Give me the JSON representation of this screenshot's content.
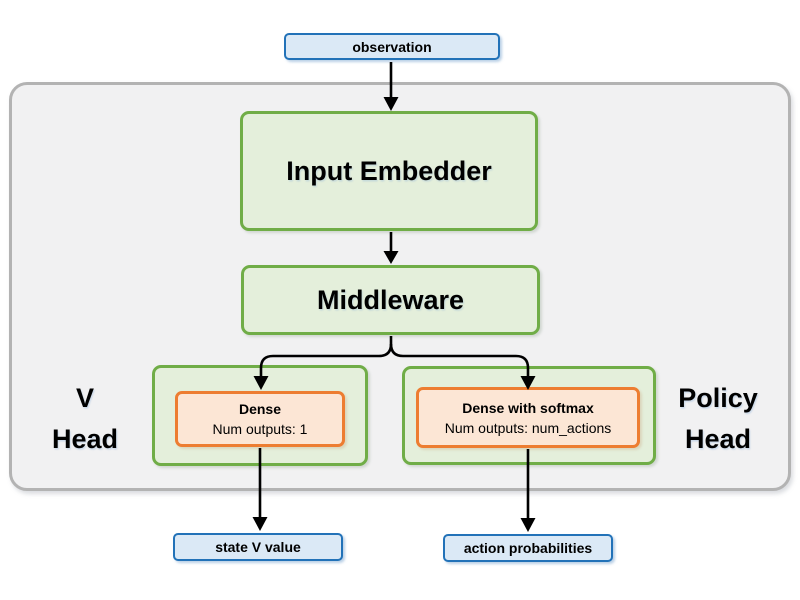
{
  "colors": {
    "blue_fill": "#dbe9f6",
    "blue_border": "#2272b8",
    "green_fill": "#e4efdb",
    "green_border": "#70ad47",
    "orange_fill": "#fce6d5",
    "orange_border": "#ed7d31",
    "container_fill": "#f1f1f2",
    "container_border": "#b3b3b3",
    "arrow": "#000000",
    "text": "#000000"
  },
  "nodes": {
    "observation": "observation",
    "input_embedder": "Input Embedder",
    "middleware": "Middleware",
    "v_head": {
      "label_line1": "V",
      "label_line2": "Head",
      "dense_title": "Dense",
      "dense_subtitle": "Num outputs: 1",
      "output": "state V value"
    },
    "policy_head": {
      "label_line1": "Policy",
      "label_line2": "Head",
      "dense_title": "Dense with softmax",
      "dense_subtitle": "Num outputs: num_actions",
      "output": "action probabilities"
    }
  }
}
